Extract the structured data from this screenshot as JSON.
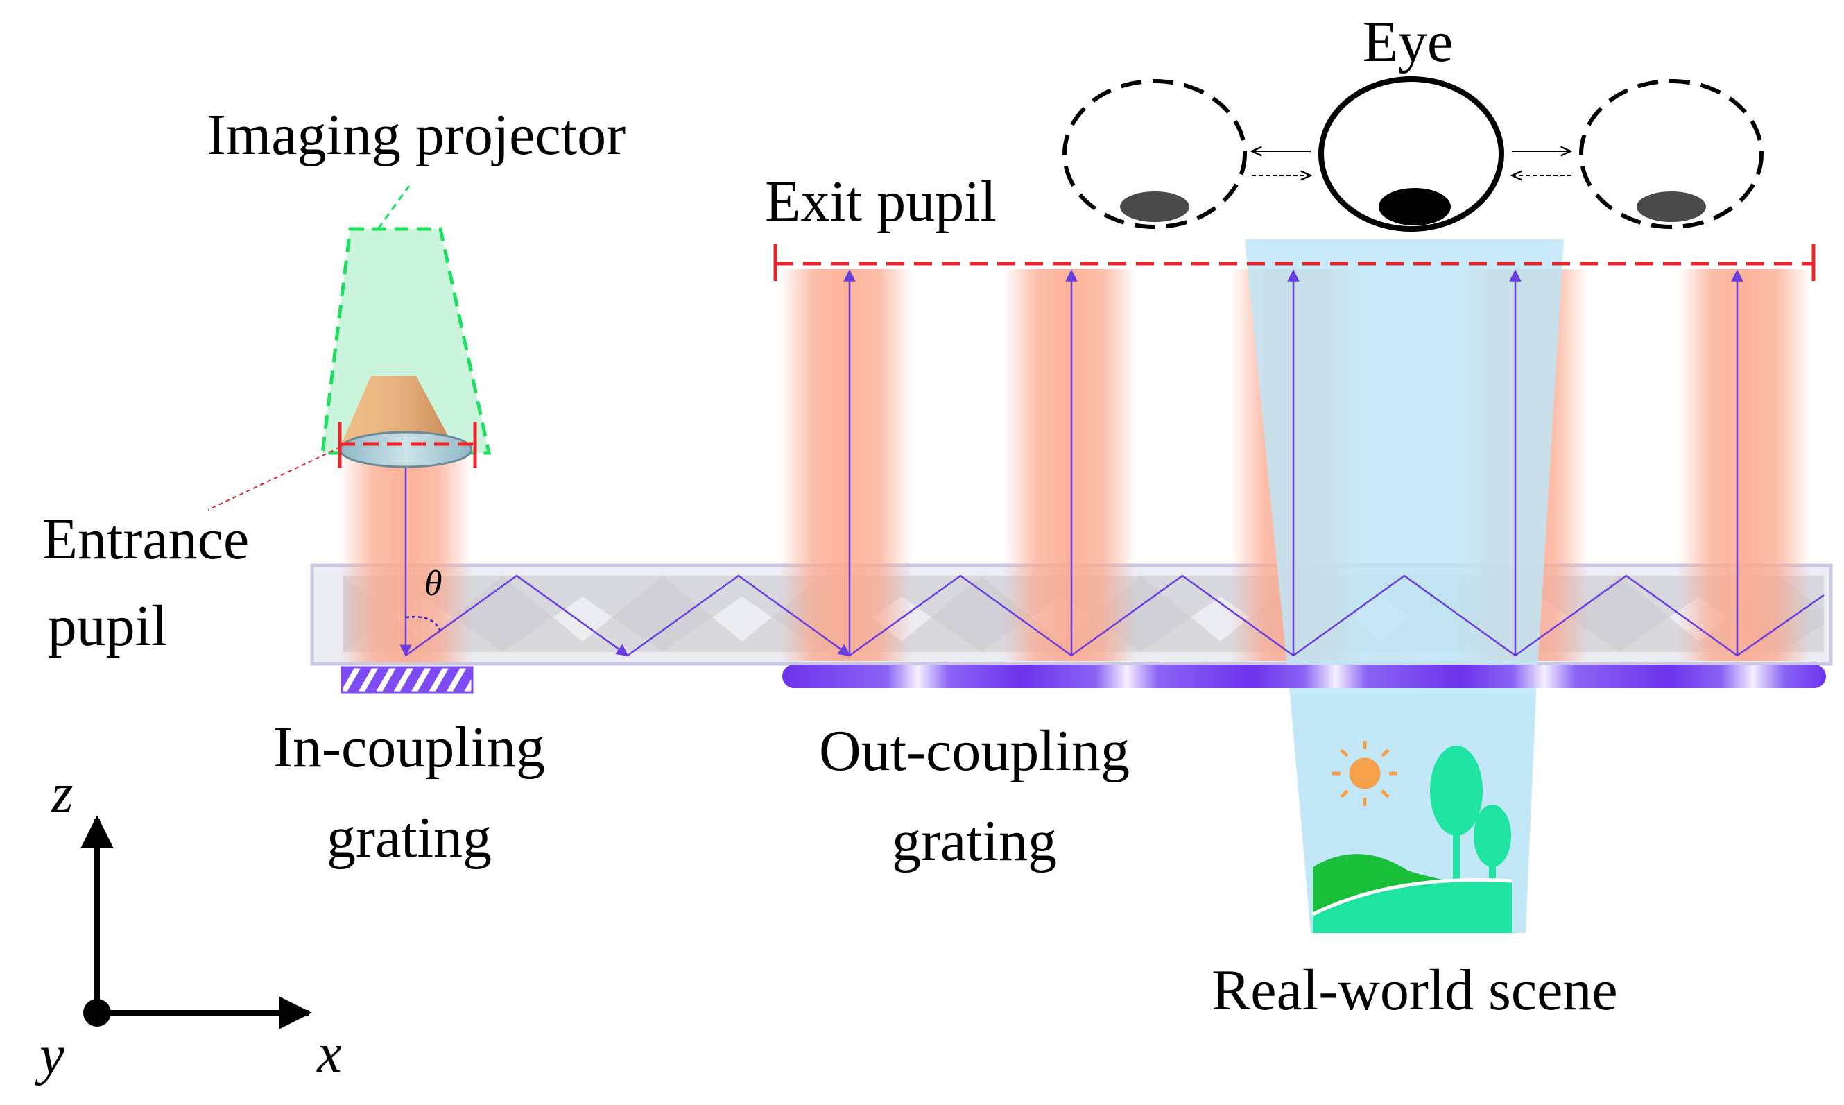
{
  "labels": {
    "eye": "Eye",
    "imaging_projector": "Imaging projector",
    "exit_pupil": "Exit pupil",
    "entrance_pupil_line1": "Entrance",
    "entrance_pupil_line2": "pupil",
    "theta": "θ",
    "in_coupling_line1": "In-coupling",
    "in_coupling_line2": "grating",
    "out_coupling_line1": "Out-coupling",
    "out_coupling_line2": "grating",
    "real_world_scene": "Real-world scene",
    "axis_z": "z",
    "axis_x": "x",
    "axis_y": "y"
  },
  "colors": {
    "pupil_dashed_red": "#e8262b",
    "projector_dashed_green": "#1ee060",
    "ray_purple": "#6a3de0",
    "beam_orange": "#fba98f",
    "real_world_cone": "#bfe6f7",
    "grating_purple": "#7a4cf0",
    "waveguide_fill": "#e4e4ef",
    "tree_green": "#1fe3a0",
    "sun_orange": "#f5a04a"
  },
  "icons": {
    "sun": "sun-icon",
    "trees": "tree-icon",
    "hill": "hill-icon",
    "eye": "eye-icon"
  }
}
